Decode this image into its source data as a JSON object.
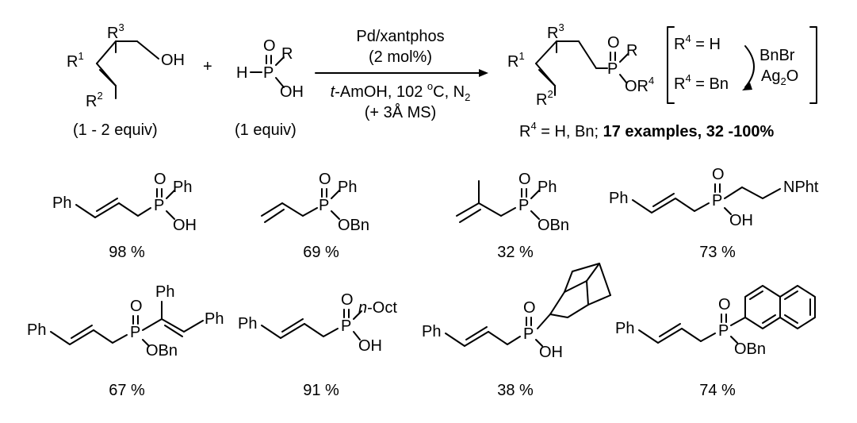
{
  "reaction": {
    "reactant1": {
      "r1": "R",
      "r1_sup": "1",
      "r2": "R",
      "r2_sup": "2",
      "r3": "R",
      "r3_sup": "3",
      "oh": "OH",
      "equiv": "(1 - 2 equiv)"
    },
    "plus": "+",
    "reactant2": {
      "h": "H",
      "p": "P",
      "o": "O",
      "r": "R",
      "oh": "OH",
      "equiv": "(1 equiv)"
    },
    "conditions": {
      "catalyst": "Pd/xantphos",
      "loading": "(2 mol%)",
      "solvent_prefix": "t",
      "solvent_rest": "-AmOH, 102 ",
      "deg": "o",
      "temp_unit": "C, N",
      "n2_sub": "2",
      "additive": "(+ 3Å MS)"
    },
    "product": {
      "r1": "R",
      "r1_sup": "1",
      "r2": "R",
      "r2_sup": "2",
      "r3": "R",
      "r3_sup": "3",
      "p": "P",
      "o": "O",
      "r": "R",
      "or4": "OR",
      "or4_sup": "4"
    },
    "bracket": {
      "top_a": "R",
      "top_sup": "4",
      "top_b": " = H",
      "bottom_a": "R",
      "bottom_sup": "4",
      "bottom_b": " = Bn",
      "reagent1": "BnBr",
      "reagent2_a": "Ag",
      "reagent2_sub": "2",
      "reagent2_b": "O"
    },
    "summary": {
      "prefix_a": "R",
      "prefix_sup": "4",
      "prefix_b": " = H, Bn; ",
      "bold": "17 examples, 32 -100%"
    }
  },
  "examples": [
    {
      "yield": "98 %",
      "labels": {
        "ph": "Ph",
        "o": "O",
        "p": "P",
        "sub": "Ph",
        "oh": "OH"
      }
    },
    {
      "yield": "69 %",
      "labels": {
        "o": "O",
        "p": "P",
        "sub": "Ph",
        "obn": "OBn"
      }
    },
    {
      "yield": "32 %",
      "labels": {
        "o": "O",
        "p": "P",
        "sub": "Ph",
        "obn": "OBn"
      }
    },
    {
      "yield": "73 %",
      "labels": {
        "ph": "Ph",
        "o": "O",
        "p": "P",
        "sub": "NPht",
        "oh": "OH"
      }
    },
    {
      "yield": "67 %",
      "labels": {
        "ph": "Ph",
        "o": "O",
        "p": "P",
        "sub_top": "Ph",
        "sub_end": "Ph",
        "obn": "OBn"
      }
    },
    {
      "yield": "91 %",
      "labels": {
        "ph": "Ph",
        "o": "O",
        "p": "P",
        "sub_prefix": "n",
        "sub_rest": "-Oct",
        "oh": "OH"
      }
    },
    {
      "yield": "38 %",
      "labels": {
        "ph": "Ph",
        "o": "O",
        "p": "P",
        "oh": "OH"
      }
    },
    {
      "yield": "74 %",
      "labels": {
        "ph": "Ph",
        "o": "O",
        "p": "P",
        "obn": "OBn"
      }
    }
  ]
}
